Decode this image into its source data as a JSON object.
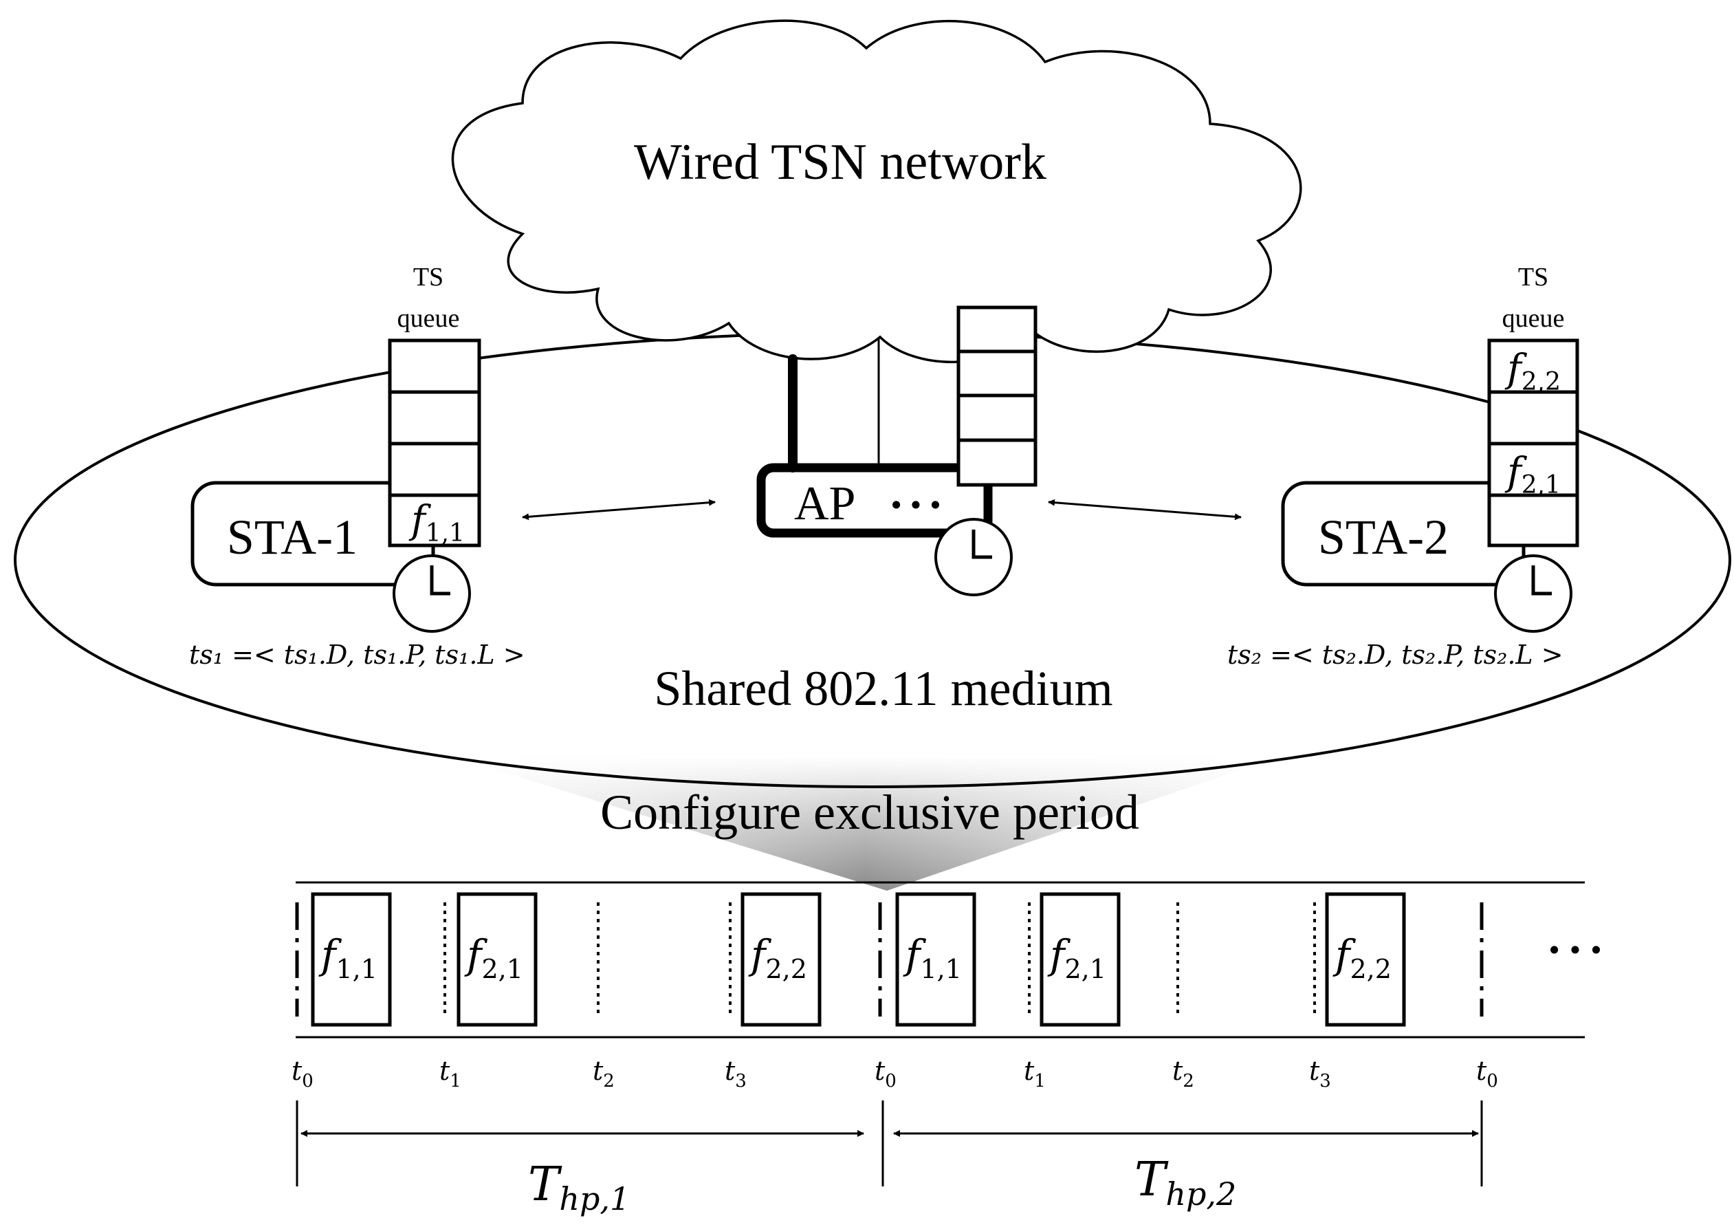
{
  "cloud": {
    "label": "Wired TSN network"
  },
  "medium": {
    "label": "Shared 802.11 medium"
  },
  "configure": {
    "label": "Configure exclusive period"
  },
  "queue_caption": {
    "line1": "TS",
    "line2": "queue"
  },
  "sta1": {
    "label": "STA-1",
    "frame": {
      "base": "f",
      "sub": "1,1"
    },
    "ts_spec": "ts₁ =< ts₁.D, ts₁.P, ts₁.L >"
  },
  "sta2": {
    "label": "STA-2",
    "frames": [
      {
        "base": "f",
        "sub": "2,2"
      },
      {
        "base": "f",
        "sub": "2,1"
      }
    ],
    "ts_spec": "ts₂ =< ts₂.D, ts₂.P, ts₂.L >"
  },
  "ap": {
    "label": "AP",
    "dots": "•••"
  },
  "timeline": {
    "frames": [
      {
        "base": "f",
        "sub": "1,1"
      },
      {
        "base": "f",
        "sub": "2,1"
      },
      {
        "base": "f",
        "sub": "2,2"
      },
      {
        "base": "f",
        "sub": "1,1"
      },
      {
        "base": "f",
        "sub": "2,1"
      },
      {
        "base": "f",
        "sub": "2,2"
      }
    ],
    "ellipsis": "•••",
    "ticks": [
      {
        "base": "t",
        "sub": "0"
      },
      {
        "base": "t",
        "sub": "1"
      },
      {
        "base": "t",
        "sub": "2"
      },
      {
        "base": "t",
        "sub": "3"
      },
      {
        "base": "t",
        "sub": "0"
      },
      {
        "base": "t",
        "sub": "1"
      },
      {
        "base": "t",
        "sub": "2"
      },
      {
        "base": "t",
        "sub": "3"
      },
      {
        "base": "t",
        "sub": "0"
      }
    ],
    "periods": [
      {
        "base": "T",
        "sub": "hp,1"
      },
      {
        "base": "T",
        "sub": "hp,2"
      }
    ]
  }
}
